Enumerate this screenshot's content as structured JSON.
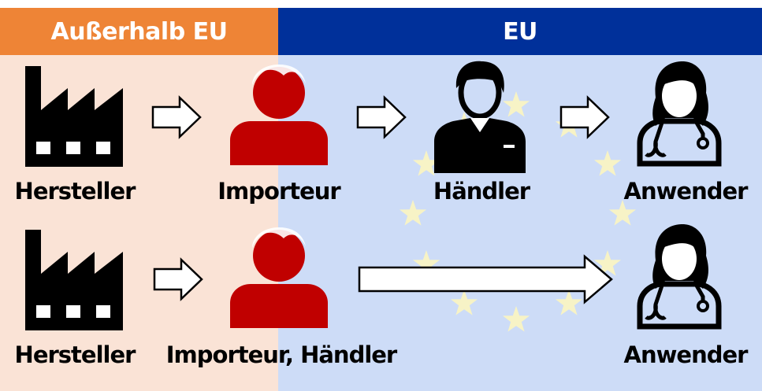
{
  "colors": {
    "outside_header": "#ee8436",
    "outside_bg": "#fae3d6",
    "eu_header": "#00309a",
    "eu_bg": "#cddcf7",
    "star": "#f7f3c6",
    "person_red": "#c00000",
    "icon_black": "#000000",
    "arrow_fill": "#ffffff"
  },
  "header": {
    "outside_label": "Außerhalb EU",
    "eu_label": "EU"
  },
  "rows": [
    {
      "manufacturer": "Hersteller",
      "importer": "Importeur",
      "distributor": "Händler",
      "user": "Anwender"
    },
    {
      "manufacturer": "Hersteller",
      "importer": "Importeur, Händler",
      "user": "Anwender"
    }
  ],
  "icons": {
    "manufacturer": "factory-icon",
    "importer": "person-icon",
    "distributor": "businessman-icon",
    "user": "doctor-icon",
    "flow": "arrow-right-icon"
  }
}
